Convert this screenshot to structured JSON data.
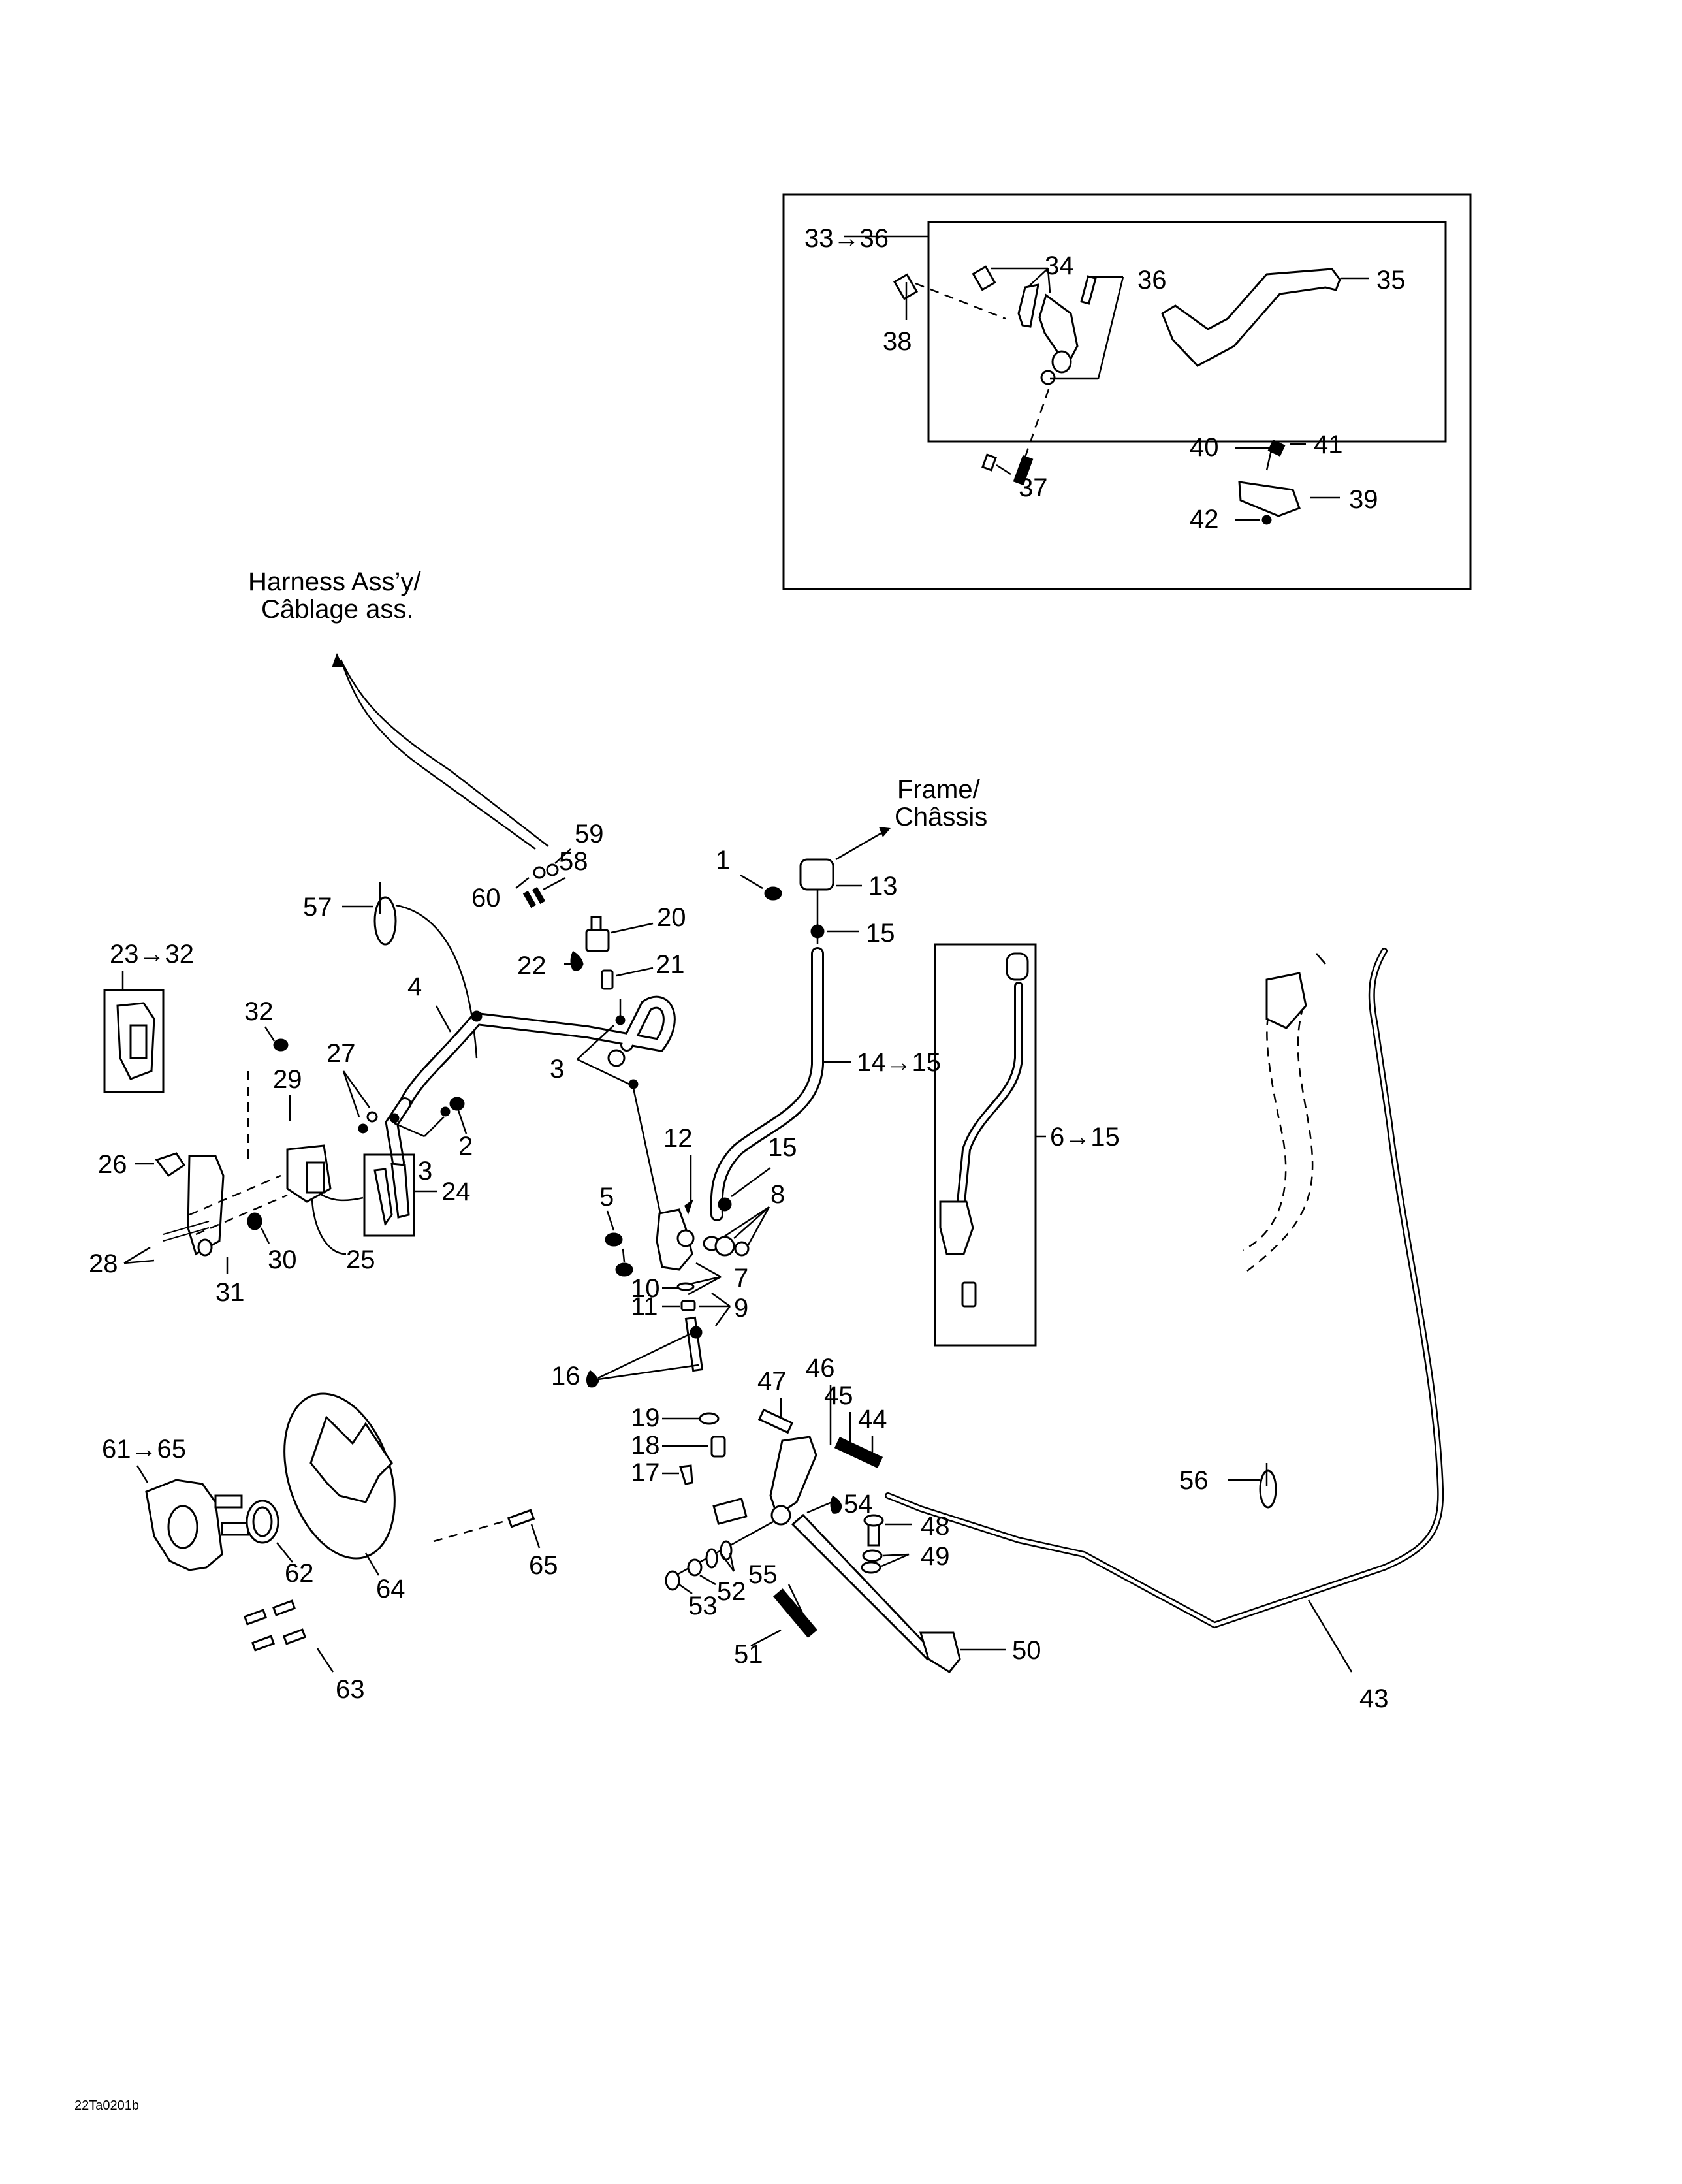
{
  "diagram": {
    "title_code": "22Ta0201b",
    "notes": {
      "harness_line1": "Harness Ass’y/",
      "harness_line2": "Câblage ass.",
      "frame_line1": "Frame/",
      "frame_line2": "Châssis"
    },
    "callouts": {
      "c1": "1",
      "c2": "2",
      "c3a": "3",
      "c3b": "3",
      "c4": "4",
      "c5": "5",
      "c6_15": "6→15",
      "c7": "7",
      "c8": "8",
      "c9": "9",
      "c10": "10",
      "c11": "11",
      "c12": "12",
      "c13": "13",
      "c14_15": "14→15",
      "c15a": "15",
      "c15b": "15",
      "c16": "16",
      "c17": "17",
      "c18": "18",
      "c19": "19",
      "c20": "20",
      "c21": "21",
      "c22": "22",
      "c23_32": "23→32",
      "c24": "24",
      "c25": "25",
      "c26": "26",
      "c27": "27",
      "c28": "28",
      "c29": "29",
      "c30": "30",
      "c31": "31",
      "c32": "32",
      "c33_36": "33→36",
      "c34": "34",
      "c35": "35",
      "c36": "36",
      "c37": "37",
      "c38": "38",
      "c39": "39",
      "c40": "40",
      "c41": "41",
      "c42": "42",
      "c43": "43",
      "c44": "44",
      "c45": "45",
      "c46": "46",
      "c47": "47",
      "c48": "48",
      "c49": "49",
      "c50": "50",
      "c51": "51",
      "c52": "52",
      "c53": "53",
      "c54": "54",
      "c55": "55",
      "c56": "56",
      "c57": "57",
      "c58": "58",
      "c59": "59",
      "c60": "60",
      "c61_65": "61→65",
      "c62": "62",
      "c63": "63",
      "c64": "64",
      "c65": "65"
    }
  }
}
